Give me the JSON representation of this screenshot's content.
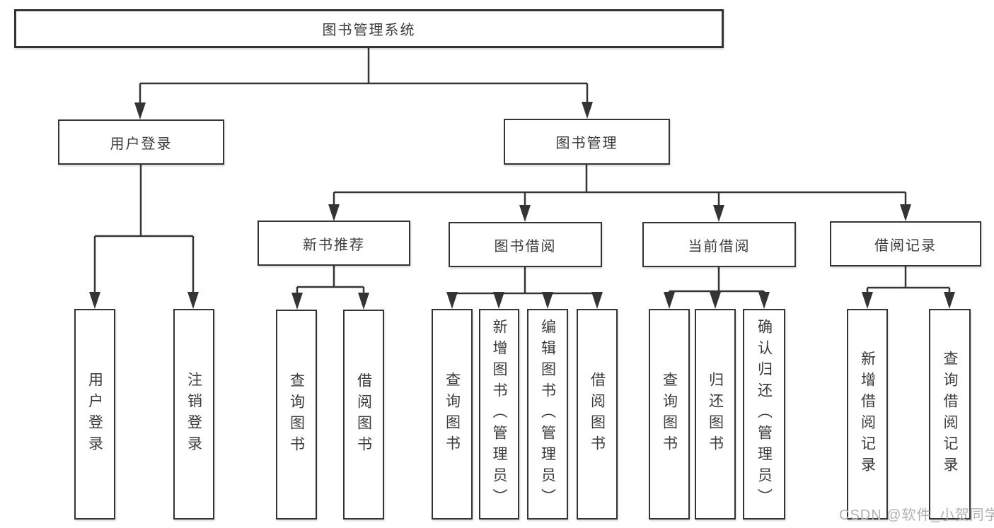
{
  "diagram_type": "hierarchy-tree",
  "colors": {
    "line": "#343434",
    "box_border": "#343434",
    "box_fill": "#ffffff",
    "text": "#3a3a3a",
    "watermark": "#b0b0b0",
    "background": "#ffffff"
  },
  "watermark": {
    "text": "CSDN @软件_小贺同学"
  },
  "tree": {
    "label": "图书管理系统",
    "children": [
      {
        "label": "用户登录",
        "children": [
          {
            "label": "用户登录"
          },
          {
            "label": "注销登录"
          }
        ]
      },
      {
        "label": "图书管理",
        "children": [
          {
            "label": "新书推荐",
            "children": [
              {
                "label": "查询图书"
              },
              {
                "label": "借阅图书"
              }
            ]
          },
          {
            "label": "图书借阅",
            "children": [
              {
                "label": "查询图书"
              },
              {
                "label": "新增图书（管理员）"
              },
              {
                "label": "编辑图书（管理员）"
              },
              {
                "label": "借阅图书"
              }
            ]
          },
          {
            "label": "当前借阅",
            "children": [
              {
                "label": "查询图书"
              },
              {
                "label": "归还图书"
              },
              {
                "label": "确认归还（管理员）"
              }
            ]
          },
          {
            "label": "借阅记录",
            "children": [
              {
                "label": "新增借阅记录"
              },
              {
                "label": "查询借阅记录"
              }
            ]
          }
        ]
      }
    ]
  }
}
